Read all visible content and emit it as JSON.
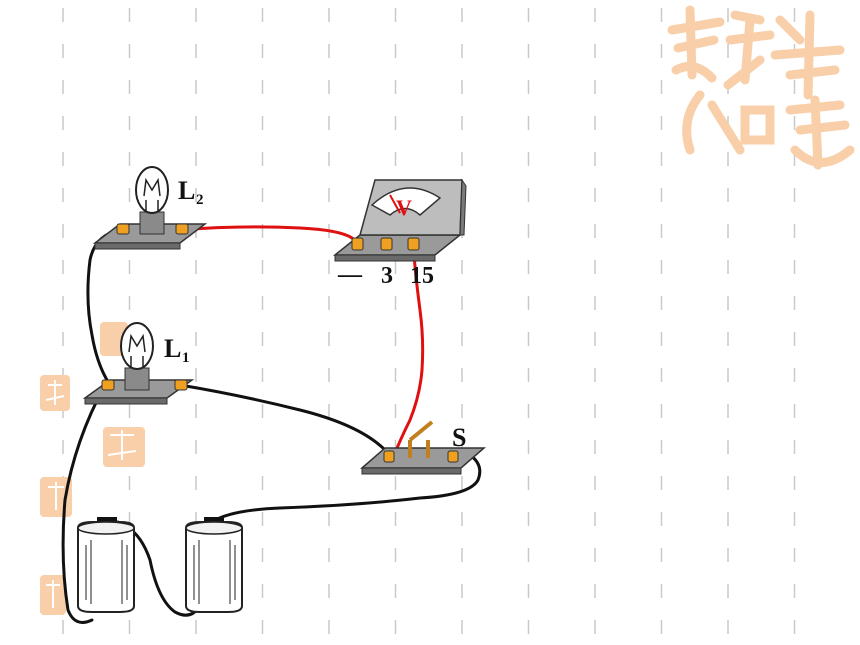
{
  "labels": {
    "lamp2": "L",
    "lamp2_sub": "2",
    "lamp1": "L",
    "lamp1_sub": "1",
    "switch": "S",
    "voltmeter_symbol": "V",
    "terminal_neg": "—",
    "terminal_3": "3",
    "terminal_15": "15"
  },
  "colors": {
    "background": "#ffffff",
    "grid_dash": "#c9c9c9",
    "wire_black": "#111111",
    "wire_red": "#e01010",
    "board_gray": "#9a9a9a",
    "terminal_orange": "#f0a020",
    "watermark": "#f8cfa8"
  },
  "icons": {
    "watermark_large": "seal-stamp-icon",
    "watermark_small": "seal-stamp-icon",
    "lamp": "light-bulb-icon",
    "meter": "voltmeter-icon",
    "switch": "knife-switch-icon",
    "battery": "battery-cell-icon"
  }
}
